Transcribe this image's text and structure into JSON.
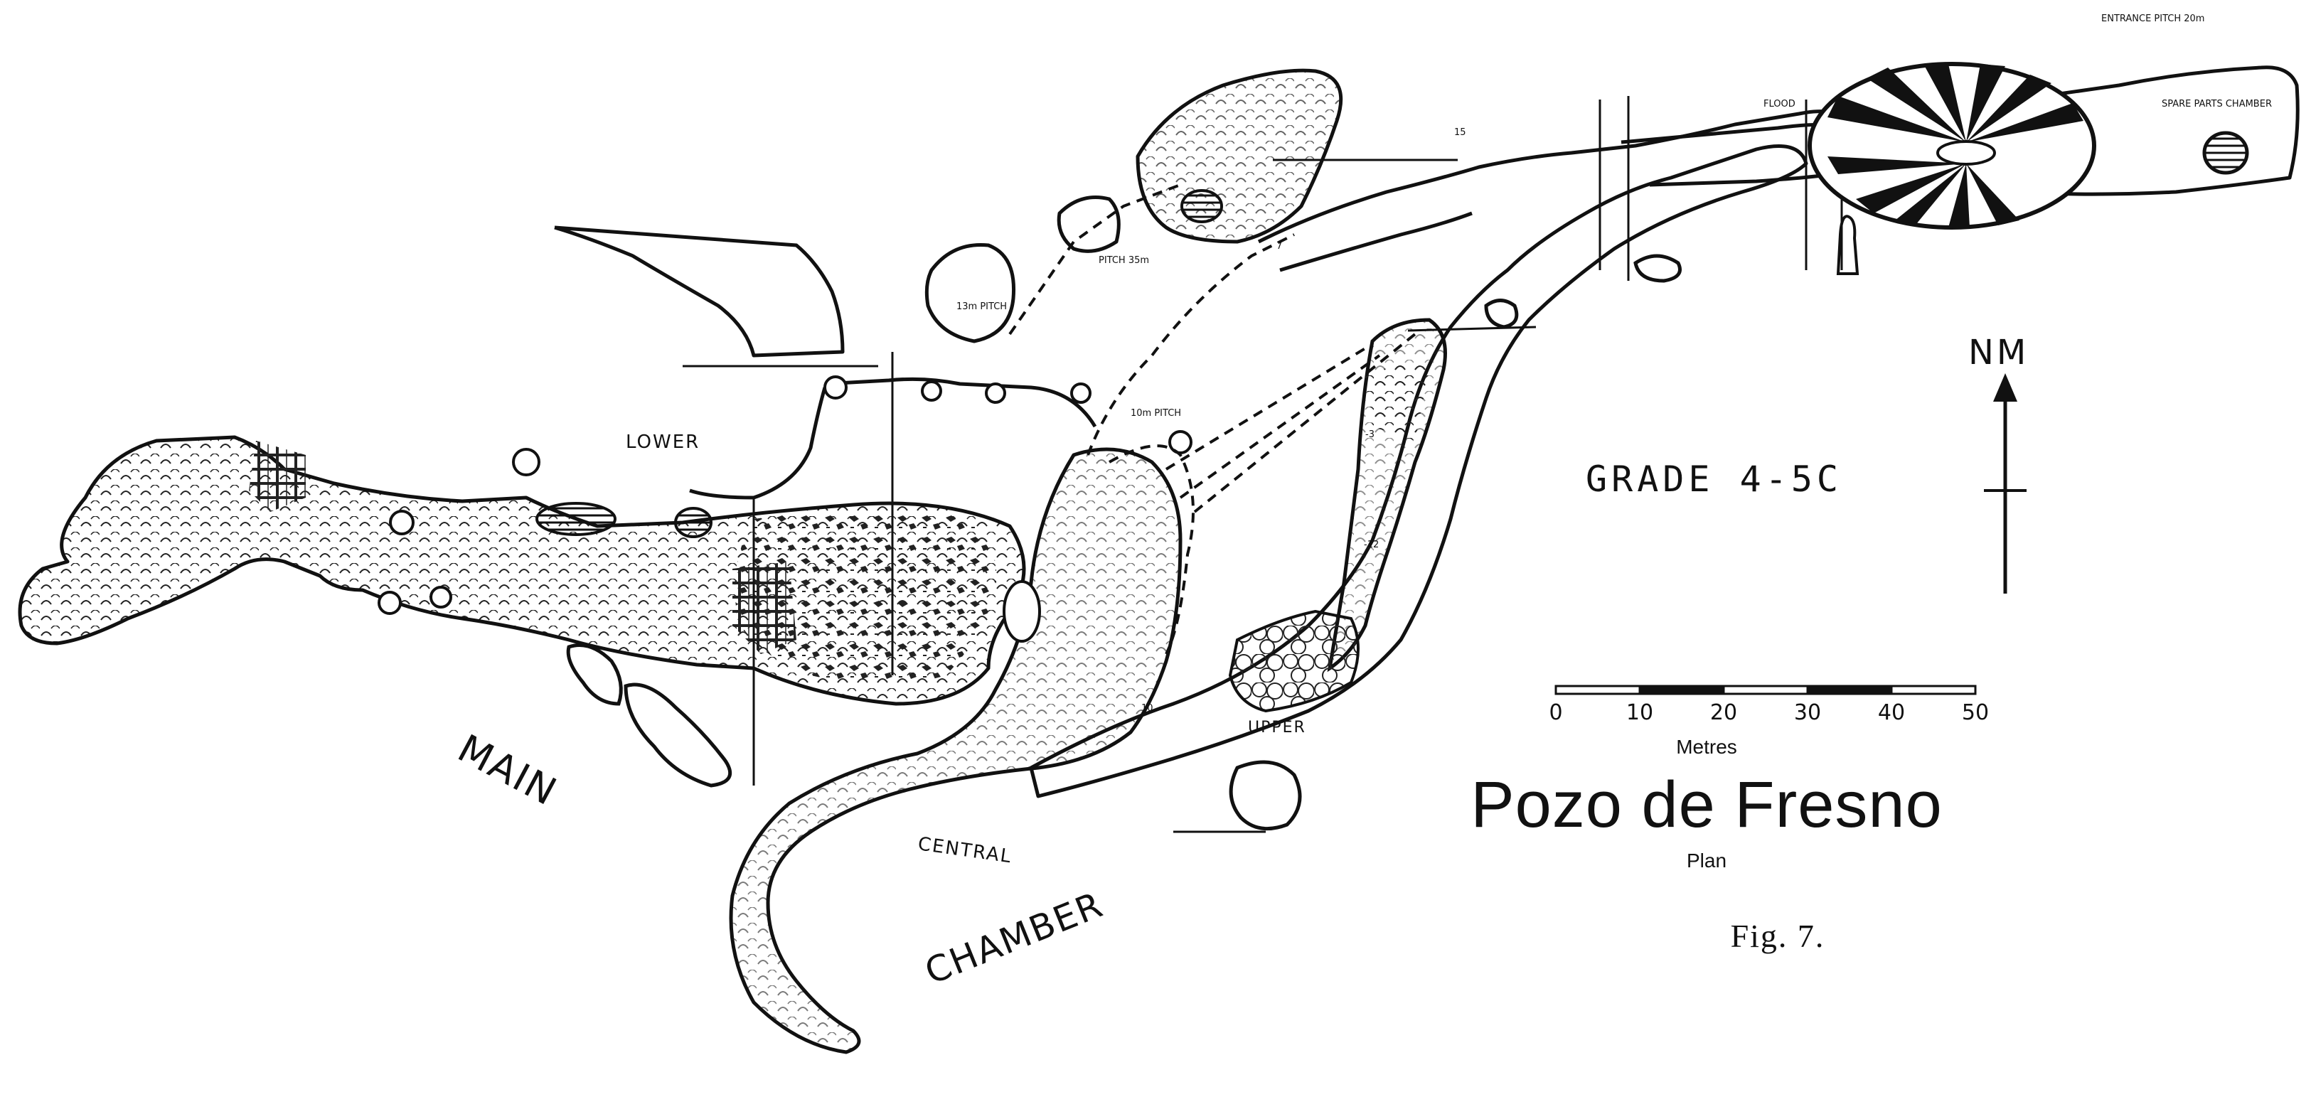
{
  "title": "Pozo de Fresno",
  "subtitle": "Plan",
  "figure_label": "Fig. 7.",
  "grade_label": "GRADE 4-5C",
  "north_label": "NM",
  "scale": {
    "unit_label": "Metres",
    "ticks": [
      "0",
      "10",
      "20",
      "30",
      "40",
      "50"
    ]
  },
  "labels": {
    "main_chamber_main": "MAIN",
    "main_chamber_chamber": "CHAMBER",
    "lower": "LOWER",
    "upper": "UPPER",
    "central": "CENTRAL",
    "entrance_pitch": "ENTRANCE PITCH 20m",
    "spare_parts": "SPARE PARTS CHAMBER",
    "pitch_10m": "10m PITCH",
    "pitch_35m": "PITCH 35m",
    "pitch_13m": "13m PITCH",
    "flood": "FLOOD",
    "depth_15": "15",
    "depth_7": "7",
    "depth_3": "-3",
    "depth_12": "-12",
    "depth_10": "10"
  },
  "icons": [
    "north-arrow-icon",
    "scale-bar-icon",
    "entrance-shaft-icon",
    "stalagmite-icon"
  ]
}
